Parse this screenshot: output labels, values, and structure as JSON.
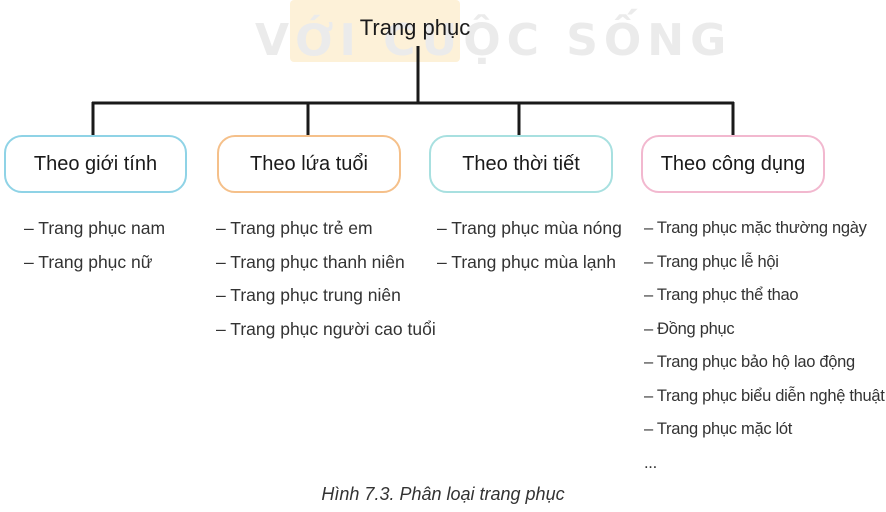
{
  "root": {
    "title": "Trang phục"
  },
  "watermark": {
    "text": "VỚI CUỘC SỐNG"
  },
  "categories": [
    {
      "label": "Theo giới tính",
      "border_color": "#8fd3e6",
      "items": [
        "– Trang phục nam",
        "– Trang phục nữ"
      ]
    },
    {
      "label": "Theo lứa tuổi",
      "border_color": "#f5c08a",
      "items": [
        "– Trang phục trẻ em",
        "– Trang phục thanh niên",
        "– Trang phục trung niên",
        "– Trang phục người cao tuổi"
      ]
    },
    {
      "label": "Theo thời tiết",
      "border_color": "#a8e0e0",
      "items": [
        "– Trang phục mùa nóng",
        "– Trang phục mùa lạnh"
      ]
    },
    {
      "label": "Theo công dụng",
      "border_color": "#f2b8cf",
      "items": [
        "– Trang phục mặc thường ngày",
        "– Trang phục lễ hội",
        "– Trang phục thể thao",
        "– Đồng phục",
        "– Trang phục bảo hộ lao động",
        "– Trang phục biểu diễn nghệ thuật",
        "– Trang phục mặc lót",
        "..."
      ]
    }
  ],
  "caption": "Hình 7.3. Phân loại trang phục",
  "colors": {
    "connector": "#1a1a1a",
    "watermark_accent": "#fdf1d8"
  }
}
